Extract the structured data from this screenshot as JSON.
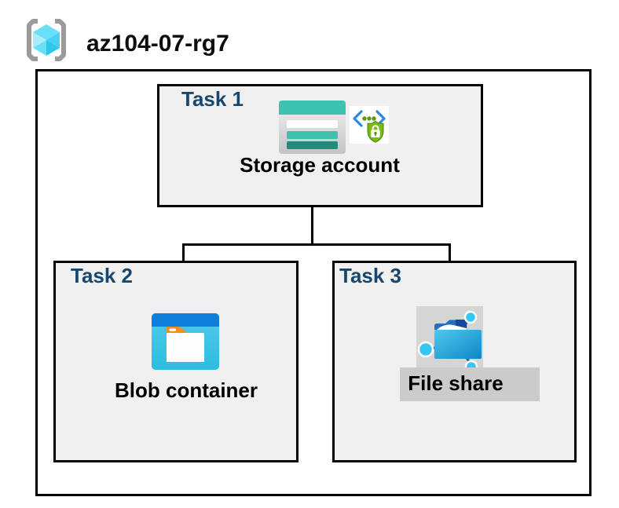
{
  "header": {
    "icon": "resource-group-icon",
    "title": "az104-07-rg7"
  },
  "diagram": {
    "tasks": {
      "task1": {
        "label": "Task 1",
        "caption": "Storage account",
        "icons": [
          "storage-account-icon",
          "sas-shield-lock-icon"
        ]
      },
      "task2": {
        "label": "Task 2",
        "caption": "Blob container",
        "icons": [
          "blob-container-icon"
        ]
      },
      "task3": {
        "label": "Task 3",
        "caption": "File share",
        "icons": [
          "file-share-icon"
        ],
        "highlighted": true
      }
    },
    "connections": [
      {
        "from": "Storage account",
        "to": "Blob container"
      },
      {
        "from": "Storage account",
        "to": "File share"
      }
    ]
  },
  "colors": {
    "task_label_navy": "#17476F",
    "caption_black": "#000000",
    "box_fill_gray": "#F0F0F1",
    "box_border": "#000000",
    "connector": "#000000",
    "rg_bracket_gray": "#9A9A9A",
    "rg_cube_cyan": "#69DFF8",
    "storage_teal": "#3CC2AE",
    "storage_teal_dark": "#27897B",
    "sas_bracket_blue": "#2B8BDB",
    "sas_shield_green": "#7CBA16",
    "blob_header_blue": "#0E7EDB",
    "blob_body_cyan": "#3EC3E8",
    "folder_tab_orange": "#F78D1E",
    "file_folder_blue": "#1189C9",
    "share_node_cyan": "#35C6F4",
    "highlight_gray": "#D5D5D5",
    "highlight_label_gray": "#CBCBCB"
  }
}
